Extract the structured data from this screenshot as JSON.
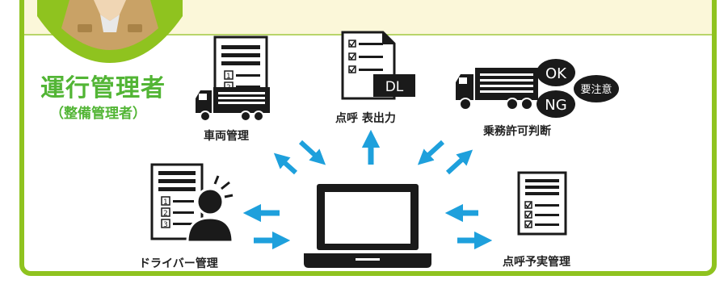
{
  "role": {
    "title": "運行管理者",
    "subtitle": "（整備管理者）"
  },
  "nodes": {
    "vehicle_mgmt": "車両管理",
    "roll_call_output": "点呼 表出力",
    "boarding_judgment": "乗務許可判断",
    "driver_mgmt": "ドライバー管理",
    "roll_call_record": "点呼予実管理"
  },
  "badges": {
    "ok": "OK",
    "ng": "NG",
    "caution": "要注意",
    "download": "DL"
  },
  "list_numbers": [
    "1",
    "2",
    "3"
  ],
  "colors": {
    "border": "#8fc31f",
    "title_green": "#52b535",
    "arrow_blue": "#1ea0dc",
    "icon_dark": "#1a1a1a",
    "banner": "#fbf7d9"
  },
  "icons": [
    "person-avatar-icon",
    "document-list-icon",
    "truck-icon",
    "checklist-icon",
    "laptop-icon",
    "driver-icon",
    "arrow-icon"
  ]
}
